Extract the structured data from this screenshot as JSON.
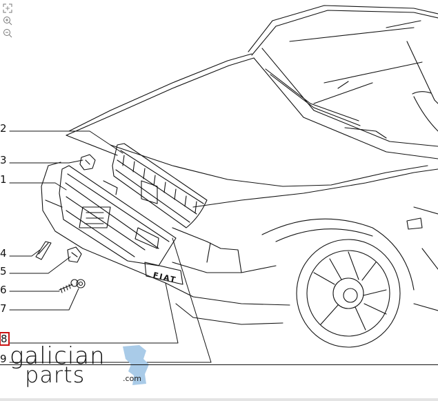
{
  "toolbar": {
    "buttons": [
      {
        "name": "fit-icon",
        "label": ""
      },
      {
        "name": "zoom-in-icon",
        "label": ""
      },
      {
        "name": "zoom-out-icon",
        "label": ""
      }
    ]
  },
  "callouts": [
    "2",
    "3",
    "1",
    "4",
    "5",
    "6",
    "7",
    "8",
    "9"
  ],
  "selected_callout": "8",
  "emblem_text": "FIAT",
  "logo": {
    "word1": "galician",
    "word2": "parts",
    "suffix": ".com",
    "accent": "#a9cbe8"
  },
  "colors": {
    "line": "#111111",
    "highlight": "#cc1111"
  }
}
